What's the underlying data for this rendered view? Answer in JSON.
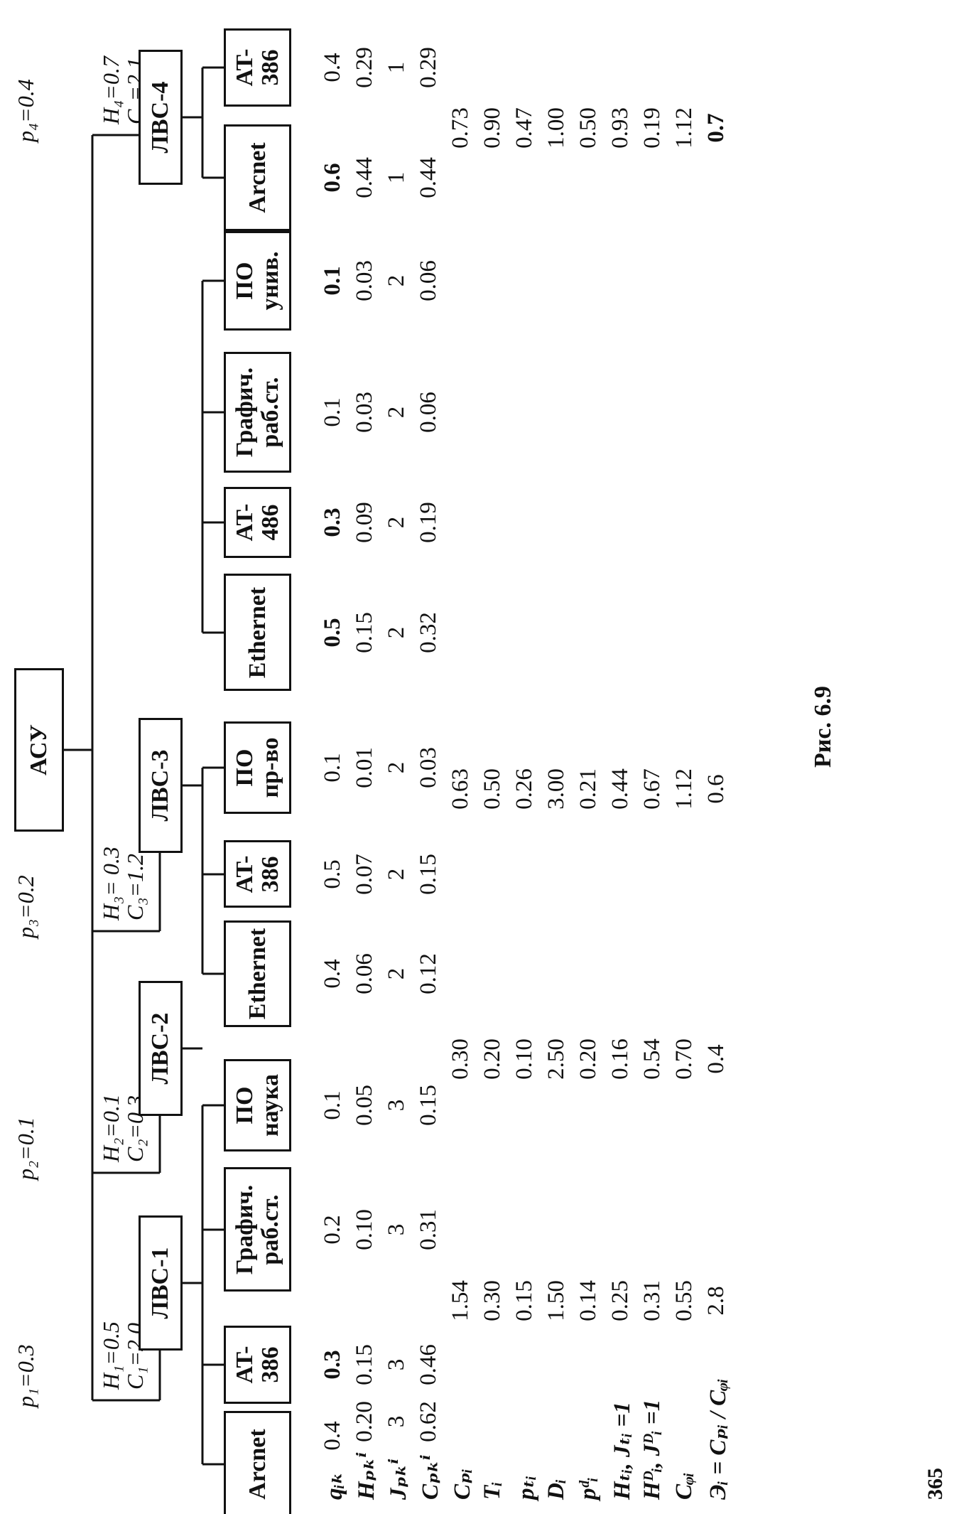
{
  "root": "АСУ",
  "lans": [
    {
      "name": "ЛВС-1",
      "p": "p₁=0.3",
      "hc": "H₁=0.5\nC₁=2.0"
    },
    {
      "name": "ЛВС-2",
      "p": "p₂=0.1",
      "hc": "H₂=0.1\nC₂=0.3"
    },
    {
      "name": "ЛВС-3",
      "p": "p₃=0.2",
      "hc": "H₃= 0.3\nC₃=1.2"
    },
    {
      "name": "ЛВС-4",
      "p": "p₄=0.4",
      "hc": "H₄=0.7\nC₄=2.1"
    }
  ],
  "components": [
    {
      "label": "Arcnet",
      "q": "0.4",
      "h": "0.20",
      "j": "3",
      "c": "0.62"
    },
    {
      "label": "AT-\n386",
      "q": "0.3",
      "h": "0.15",
      "j": "3",
      "c": "0.46"
    },
    {
      "label": "Графич.\nраб.ст.",
      "q": "0.2",
      "h": "0.10",
      "j": "3",
      "c": "0.31"
    },
    {
      "label": "ПО\nнаука",
      "q": "0.1",
      "h": "0.05",
      "j": "3",
      "c": "0.15"
    },
    {
      "label": "Ethernet",
      "q": "0.4",
      "h": "0.06",
      "j": "2",
      "c": "0.12"
    },
    {
      "label": "AT-\n386",
      "q": "0.5",
      "h": "0.07",
      "j": "2",
      "c": "0.15"
    },
    {
      "label": "ПО\nпр-во",
      "q": "0.1",
      "h": "0.01",
      "j": "2",
      "c": "0.03"
    },
    {
      "label": "Ethernet",
      "q": "0.5",
      "h": "0.15",
      "j": "2",
      "c": "0.32"
    },
    {
      "label": "AT-\n486",
      "q": "0.3",
      "h": "0.09",
      "j": "2",
      "c": "0.19"
    },
    {
      "label": "Графич.\nраб.ст.",
      "q": "0.1",
      "h": "0.03",
      "j": "2",
      "c": "0.06"
    },
    {
      "label": "ПО\nунив.",
      "q": "0.1",
      "h": "0.03",
      "j": "2",
      "c": "0.06"
    },
    {
      "label": "Arcnet",
      "q": "0.6",
      "h": "0.44",
      "j": "1",
      "c": "0.44"
    },
    {
      "label": "AT-\n386",
      "q": "0.4",
      "h": "0.29",
      "j": "1",
      "c": "0.29"
    }
  ],
  "row_labels": {
    "q": "qᵢₖ",
    "h": "Hₚₖⁱ",
    "j": "Jₚₖⁱ",
    "c": "Cₚₖⁱ",
    "cp": "Cₚᵢ",
    "t": "Tᵢ",
    "pt": "pₜᵢ",
    "d": "Dᵢ",
    "pd": "pᵈᵢ",
    "ht": "Hₜᵢ, Jₜᵢ =1",
    "hd": "Hᴰᵢ, Jᴰᵢ =1",
    "cz": "Cᵩᵢ",
    "e": "Эᵢ = Cₚᵢ / Cᵩᵢ"
  },
  "lan_metrics": [
    {
      "cp": "1.54",
      "t": "0.30",
      "pt": "0.15",
      "d": "1.50",
      "pd": "0.14",
      "ht": "0.25",
      "hd": "0.31",
      "cz": "0.55",
      "e": "2.8"
    },
    {
      "cp": "0.30",
      "t": "0.20",
      "pt": "0.10",
      "d": "2.50",
      "pd": "0.20",
      "ht": "0.16",
      "hd": "0.54",
      "cz": "0.70",
      "e": "0.4"
    },
    {
      "cp": "0.63",
      "t": "0.50",
      "pt": "0.26",
      "d": "3.00",
      "pd": "0.21",
      "ht": "0.44",
      "hd": "0.67",
      "cz": "1.12",
      "e": "0.6"
    },
    {
      "cp": "0.73",
      "t": "0.90",
      "pt": "0.47",
      "d": "1.00",
      "pd": "0.50",
      "ht": "0.93",
      "hd": "0.19",
      "cz": "1.12",
      "e": "0.7"
    }
  ],
  "caption": "Рис. 6.9",
  "page_number": "365"
}
